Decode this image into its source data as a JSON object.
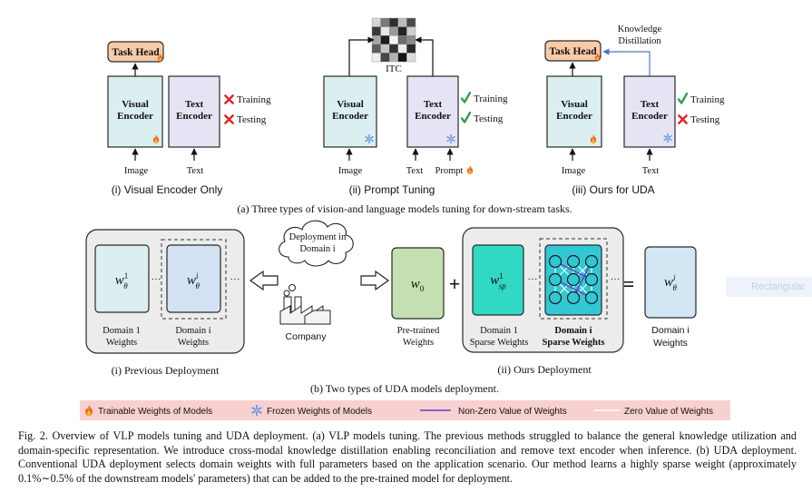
{
  "part_a": {
    "panel1": {
      "task_head": "Task Head",
      "visual_encoder": [
        "Visual",
        "Encoder"
      ],
      "text_encoder": [
        "Text",
        "Encoder"
      ],
      "training": "Training",
      "testing": "Testing",
      "input_image": "Image",
      "input_text": "Text",
      "label": "(i) Visual Encoder Only"
    },
    "panel2": {
      "itc": "ITC",
      "visual_encoder": [
        "Visual",
        "Encoder"
      ],
      "text_encoder": [
        "Text",
        "Encoder"
      ],
      "training": "Training",
      "testing": "Testing",
      "input_image": "Image",
      "input_text": "Text",
      "input_prompt": "Prompt",
      "label": "(ii) Prompt Tuning"
    },
    "panel3": {
      "task_head": "Task Head",
      "kd_label": [
        "Knowledge",
        "Distillation"
      ],
      "visual_encoder": [
        "Visual",
        "Encoder"
      ],
      "text_encoder": [
        "Text",
        "Encoder"
      ],
      "training": "Training",
      "testing": "Testing",
      "input_image": "Image",
      "input_text": "Text",
      "label": "(iii) Ours for UDA"
    },
    "caption": "(a) Three types of vision-and language models tuning for down-stream tasks."
  },
  "part_b": {
    "previous": {
      "domain1_label": [
        "Domain 1",
        "Weights"
      ],
      "domaini_label": [
        "Domain i",
        "Weights"
      ],
      "label": "(i) Previous Deployment"
    },
    "cloud": [
      "Deployment in",
      "Domain i"
    ],
    "company": "Company",
    "pretrained": [
      "Pre-trained",
      "Weights"
    ],
    "ours": {
      "domain1_label": [
        "Domain 1",
        "Sparse Weights"
      ],
      "domaini_label": [
        "Domain i",
        "Sparse Weights"
      ],
      "label": "(ii) Ours Deployment"
    },
    "result_label": [
      "Domain i",
      "Weights"
    ],
    "caption": "(b) Two types of UDA models deployment."
  },
  "legend": {
    "trainable": "Trainable Weights of Models",
    "frozen": "Frozen Weights of Models",
    "nonzero": "Non-Zero Value of Weights",
    "zero": "Zero Value of Weights"
  },
  "overlay": "Rectangular",
  "figure_caption": "Fig. 2.  Overview of VLP models tuning and UDA deployment. (a) VLP models tuning. The previous methods struggled to balance the general knowledge utilization and domain-specific representation. We introduce cross-modal knowledge distillation enabling reconciliation and remove text encoder when inference. (b) UDA deployment. Conventional UDA deployment selects domain weights with full parameters based on the application scenario. Our method learns a highly sparse weight (approximately 0.1%∼0.5% of the downstream models' parameters) that can be added to the pre-trained model for deployment.",
  "colors": {
    "task_head": "#f8cba8",
    "visual_encoder": "#dbeef0",
    "text_encoder": "#e6e3f5",
    "pretrained": "#c5e0b0",
    "sparse": "#31d8c4",
    "result": "#d2e6f4",
    "legend_bg": "#f8d0d0",
    "check": "#2aa04a",
    "cross": "#e02020"
  },
  "itc_matrix": [
    [
      "#d4d4d4",
      "#7a7a7a",
      "#2e2e2e",
      "#bcbcbc",
      "#4a4a4a"
    ],
    [
      "#3a3a3a",
      "#e6e6e6",
      "#9a9a9a",
      "#242424",
      "#cfcfcf"
    ],
    [
      "#a6a6a6",
      "#1c1c1c",
      "#f4f4f4",
      "#6c6c6c",
      "#8a8a8a"
    ],
    [
      "#5e5e5e",
      "#c4c4c4",
      "#333333",
      "#ececec",
      "#2a2a2a"
    ],
    [
      "#eeeeee",
      "#474747",
      "#b2b2b2",
      "#161616",
      "#dcdcdc"
    ]
  ]
}
